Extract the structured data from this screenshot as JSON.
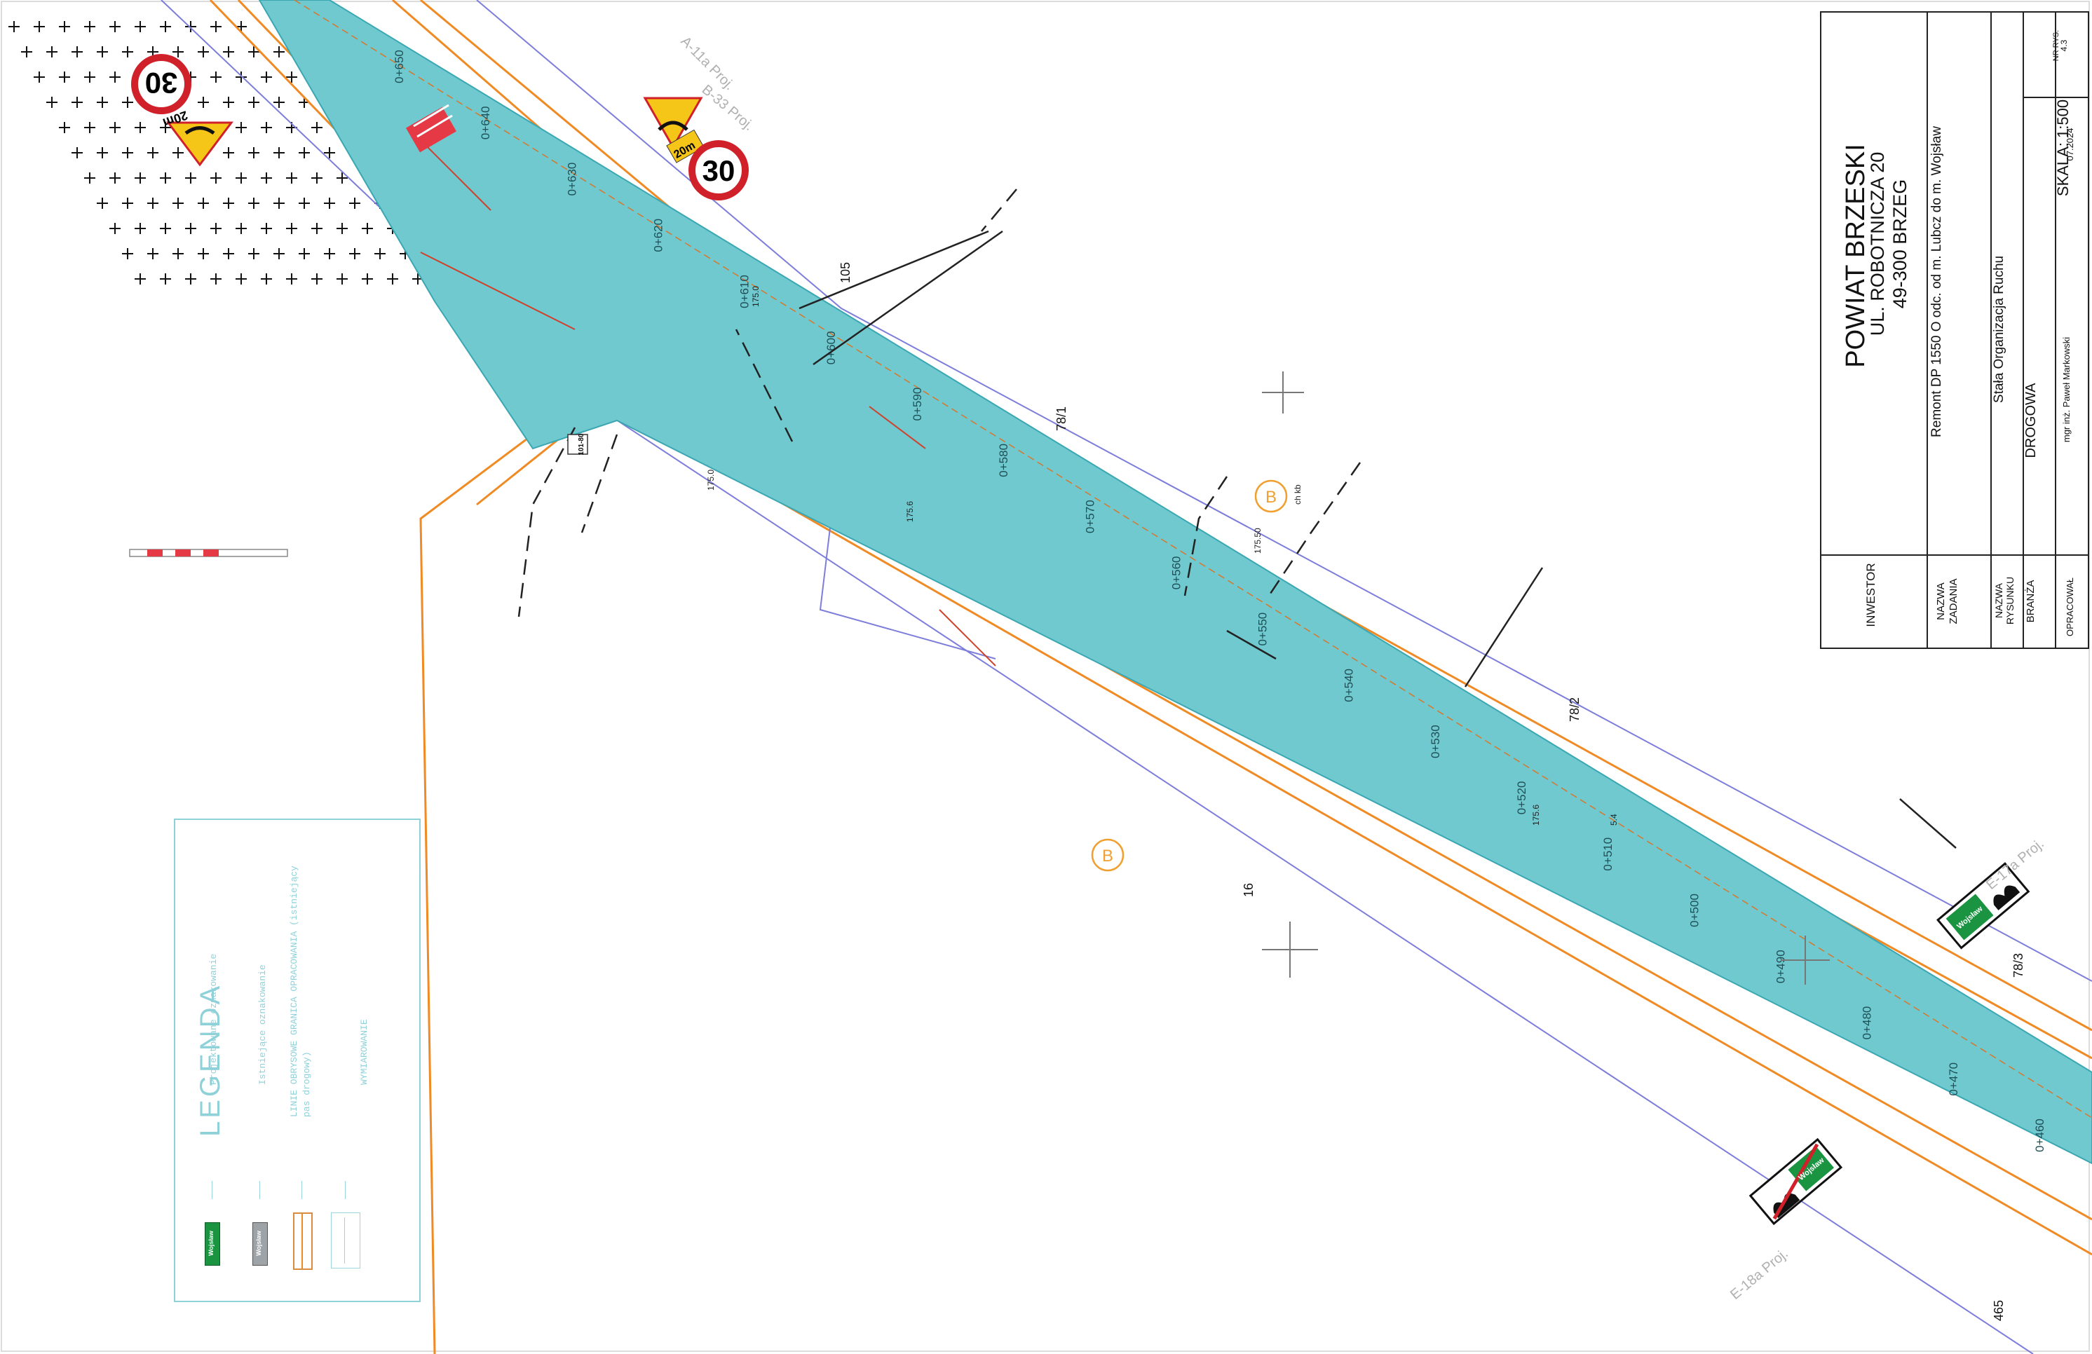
{
  "title_block": {
    "authority": "POWIAT BRZESKI",
    "street": "UL. ROBOTNICZA 20",
    "city": "49-300 BRZEG",
    "investor_label": "INWESTOR",
    "task_label_1": "NAZWA",
    "task_label_2": "ZADANIA",
    "task_value": "Remont DP 1550 O odc. od m. Lubcz do m. Wojsław",
    "drawing_label_1": "NAZWA",
    "drawing_label_2": "RYSUNKU",
    "drawing_value": "Stała Organizacja Ruchu",
    "sheet_no_label": "NR RYS.",
    "sheet_no_value": "4.3",
    "branch_label": "BRANŻA",
    "branch_value": "DROGOWA",
    "scale": "SKALA: 1:500",
    "prepared_label": "OPRACOWAŁ",
    "prepared_value": "mgr inż. Paweł Markowski",
    "date": "07.2024"
  },
  "legend": {
    "title": "LEGENDA",
    "sign_text": "Wojsław",
    "items": [
      "Projektowane oznakowanie",
      "Istniejące oznakowanie",
      "LINIE OBRYSOWE GRANICA OPRACOWANIA (istniejący pas drogowy)",
      "WYMIAROWANIE"
    ]
  },
  "road_chainages": [
    "0+650",
    "0+640",
    "0+630",
    "0+620",
    "0+610",
    "0+600",
    "0+590",
    "0+580",
    "0+570",
    "0+560",
    "0+550",
    "0+540",
    "0+530",
    "0+520",
    "0+510",
    "0+500",
    "0+490",
    "0+480",
    "0+470",
    "0+460"
  ],
  "parcels": [
    "105",
    "78/1",
    "78/2",
    "16",
    "78/3",
    "465"
  ],
  "heights": [
    "175.0",
    "175.0",
    "175.6",
    "175.6",
    "175.50",
    "5.4"
  ],
  "labels": {
    "speed_limit": "30",
    "hump_distance": "20m",
    "zone_b": "B",
    "ch_kb": "ch kb",
    "sign_a11a": "A-11a Proj.",
    "sign_b33": "B-33 Proj.",
    "sign_e17a": "E-17a Proj.",
    "sign_e18a": "E-18a Proj.",
    "sign_code": "101-80",
    "town_sign": "Wojsław"
  }
}
